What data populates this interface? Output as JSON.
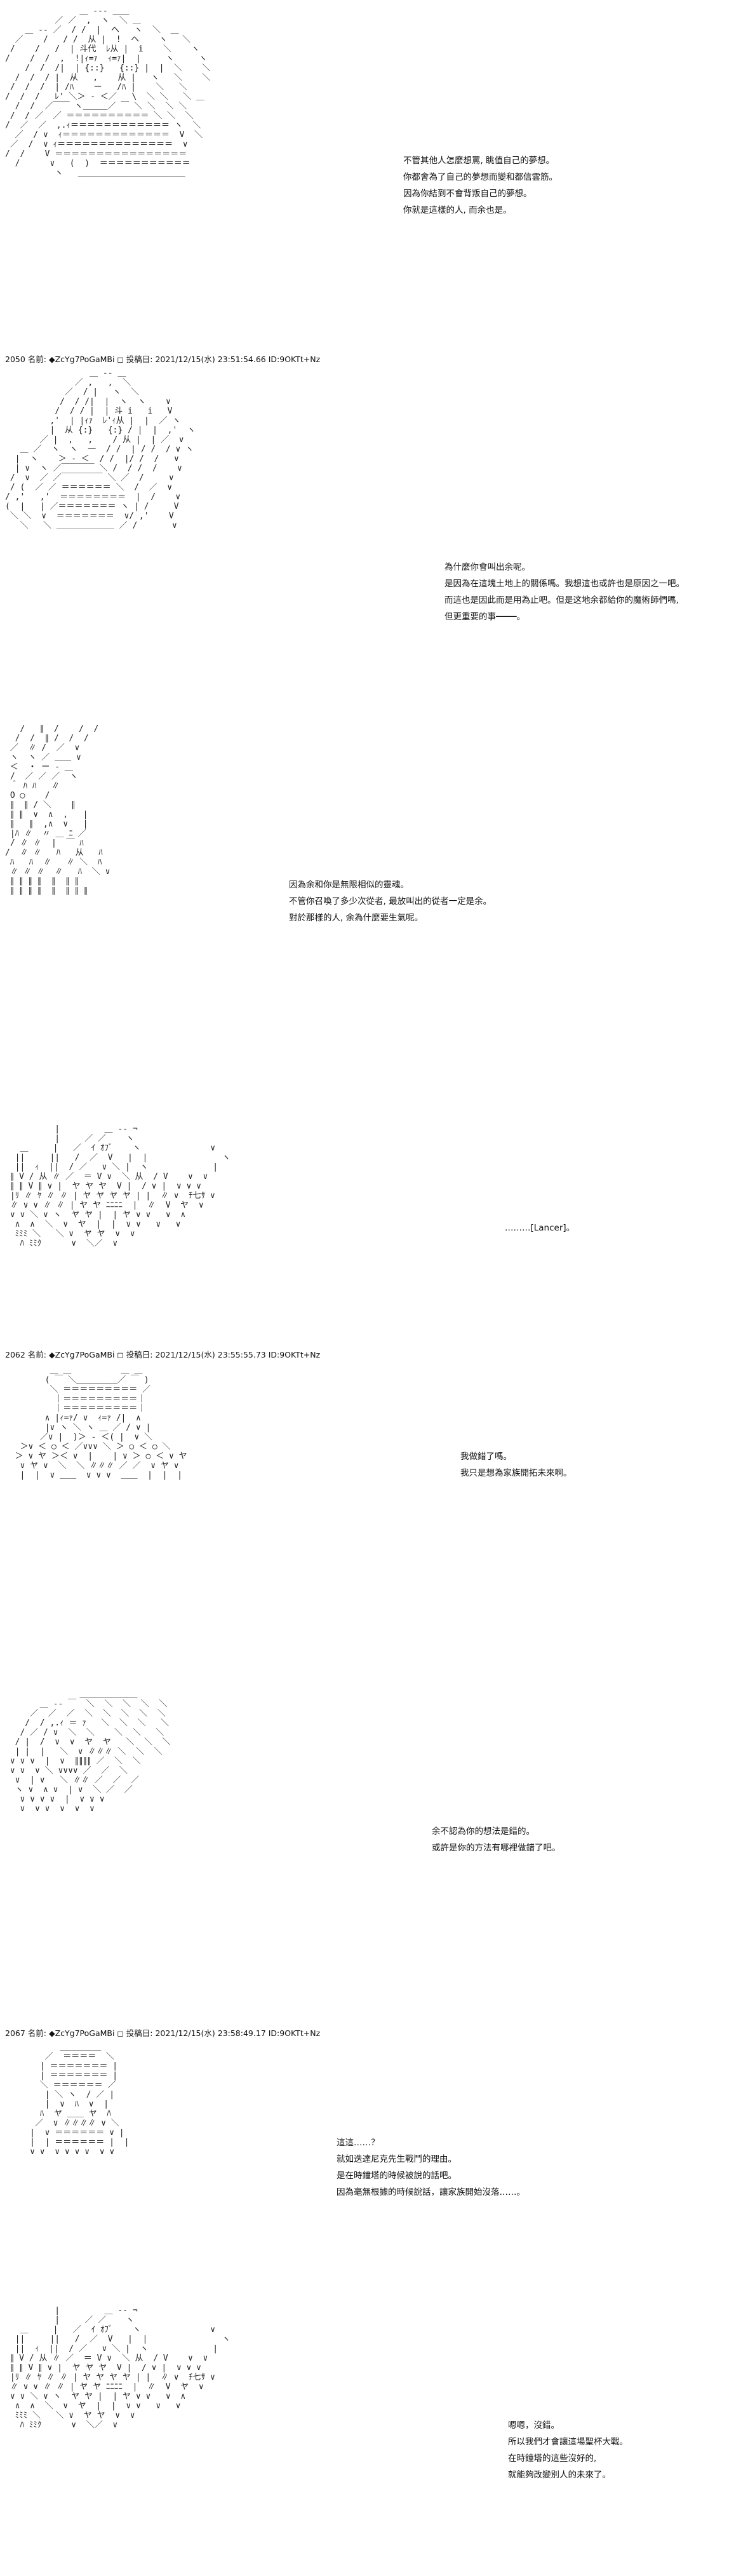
{
  "panels": [
    {
      "art": [
        "               ＿ -‐‐ ＿＿",
        "          ／ ／  ,  ヽ  ＼ ＿",
        "    ＿ -‐ ／  / /  |  ヘ   ヽ  ＼  ＿",
        "  ／    /   / /  从 |  !  ヘ    ヽ   ＼",
        " /    /   /  | 斗代  ﾚ从 |  i    ＼    ヽ",
        "/    /  /  ,  !|ｨ=ｧ  ｨ=ｧ|  |     ヽ     ヽ",
        "    /  /  /|  | {::}   {::} |  |  ＼    ＼",
        "  /  /  / |  从   ,    从 |   ヽ   ＼    ＼",
        " /  /  /  | /ﾊ    ー   /ﾊ |    ＼   ＼",
        "/  /  /   ﾚ' ＼＞ ‐ ＜／   \\  ＼ ＼   ＼ ＿",
        "  /  /  ／￣￣ ヽ＿＿＿／ ￣ ＼ ＼  ＼ ＼",
        " /  / ／  ／ ＝＝＝＝＝＝＝＝＝＝ ＼ ＼  ＼",
        "/  ／  ／  ,.ｨ＝＝＝＝＝＝＝＝＝＝＝＝ ヽ  ＼",
        "  ／  / ∨  ｨ＝＝＝＝＝＝＝＝＝＝＝＝＝  V  ＼",
        " ／  /  ∨ ｨ＝＝＝＝＝＝＝＝＝＝＝＝＝＝  ∨",
        "/  /    V ＝＝＝＝＝＝＝＝＝＝＝＝＝＝＝＝",
        "  /      ∨   (  )  ＝＝＝＝＝＝＝＝＝＝＝",
        "          ヽ   ＿＿＿＿＿＿＿＿＿＿＿＿＿"
      ],
      "dialog": [
        "不管其他人怎麼想罵, 眺值自己的夢想。",
        "你都會為了自己的夢想而變和都信雲筋。",
        "因為你結到不會背叛自己的夢想。",
        "你就是這樣的人, 而余也是。"
      ]
    },
    {
      "header": "2050 名前: ◆ZcYg7PoGaMBi ◻ 投稿日: 2021/12/15(水) 23:51:54.66 ID:9OKTt+Nz",
      "art": [
        "                 ＿ -‐ ＿",
        "              ／ ,   ,  ＼",
        "            ／  / |   ヽ  ＼",
        "           /  / /|  |  ヽ  ヽ    ∨",
        "          /  / / |  | 斗 i   i   V",
        "         ,'  | |ｨｧ  ﾚ'ｨ从 |  |  ／ ヽ",
        "         |  从 {:}   {:} / |  |  ,'  ヽ",
        "       ／ |  ,   ,    / 从 |  | ／  ∨",
        "   ＿ ／  ヽ  ヽ  一  / /  | / /  / ∨ ヽ",
        "  |  ヽ    ＞ ‐ ＜  / /  |/ /  /   ∨",
        "  | ∨  ヽ ／￣￣￣￣ ＼ /  / /  /    ∨",
        " /  ∨  ／ ／￣￣￣￣￣ ＼ ／  /     ∨",
        " / (  ／ ／ ＝＝＝＝＝＝ ＼  /  ／  ∨",
        "/ ,'   ,'  ＝＝＝＝＝＝＝＝  |  /    ∨",
        "(  |   | ／＝＝＝＝＝＝＝ ヽ | /     V",
        " ＼ ＼  ∨  ＝＝＝＝＝＝＝  ∨/ ,'    V",
        "   ＼   ＼ ＿＿＿＿＿＿＿ ／ /       ∨"
      ],
      "dialog": [
        "為什麼你會叫出余呢。",
        "是因為在這塊土地上的關係嗎。我想這也或許也是原因之一吧。",
        "而這也是因此而是用為止吧。但是这地余都給你的魔術師們嗎,",
        "但更重要的事────。"
      ]
    },
    {
      "art": [
        "   /   ∥  /    /  /",
        "  /  /  ∥ /  /  /",
        " ／  ∥ /  ／  ∨",
        " ヽ  ヽ ／ ＿＿ ∨",
        " ＜  ・ ー ‐ ＿",
        " /  ／ ／ ／  ヽ",
        " ＾ ﾊ ﾊ   ∥",
        " O ◯    /",
        " ∥  ∥ / ＼    ∥",
        " ∥ ∥  ∨  ∧  ,   |",
        " ∥   ∥  ,∧  ∨   |",
        " |ﾊ ∥  〃 ＿ ﾆ ／",
        " / ∥ ∥  |  ￣ ﾊ",
        "/  ∥ ∥   ﾊ   从   ﾊ",
        " ﾊ   ﾊ  ∥   ∥ ＼  ﾊ",
        " ∥ ∥ ∥  ∥   ﾊ  ＼ ∨",
        " ∥ ∥ ∥ ∥  ∥  ∥ ∥",
        " ∥ ∥ ∥ ∥  ∥  ∥ ∥ ∥"
      ],
      "dialog": [
        "因為余和你是無限相似的靈魂。",
        "不管你召喚了多少次從者, 最放叫出的從者一定是余。",
        "對於那樣的人, 余為什麼要生氣呢。"
      ]
    },
    {
      "art": [
        "          |         ＿ -‐ ¬",
        "          |     ／ ／    ヽ",
        "   ＿     |   ／  ｲ ｵﾌﾞ    ヽ              ∨",
        "  ||     ||   /  ／  V   |  |               ヽ",
        "  ||  ｨ  ||  / ／   ∨ ＼ |  ヽ             |",
        " ∥ V / 从 ∥ ／  ＝ V ∨  ＼ 从  / V    ∨  ∨",
        " ∥ ∥ V ∥ ∨ |  ヤ ヤ ヤ  V |  / ∨ |  ∨ ∨ ∨",
        " |ﾘ ∥ ﾔ ∥ ∥ | ヤ ヤ ヤ ヤ | |  ∥ ∨  ﾁ七ｻ ∨",
        " ∥ ∨ ∨ ∥ ∥ | ヤ ヤ ﾆﾆﾆﾆ  |  ∥  V  ヤ  ∨",
        " ∨ ∨ ＼ ∨ ヽ  ヤ ヤ |  | ヤ ∨ ∨   ∨  ∧",
        "  ∧  ∧  ＼  ∨  ヤ  |  |  ∨ ∨   ∨   ∨",
        "  ﾐﾐﾐ ＼   ＼ ∨  ヤ ヤ  ∨  ∨",
        "   ﾊ ﾐﾐｸ      ∨  ＼／  ∨"
      ],
      "dialog": [
        "………[Lancer]。"
      ]
    },
    {
      "header": "2062 名前: ◆ZcYg7PoGaMBi ◻ 投稿日: 2021/12/15(水) 23:55:55.73 ID:9OKTt+Nz",
      "art": [
        "         ＿ ＿          ＿ ＿",
        "        ( ￣ ＼＿＿＿＿＿／ ￣ )",
        "         ＼ ＝＝＝＝＝＝＝＝＝ ／",
        "          ｜＝＝＝＝＝＝＝＝＝｜",
        "          ｜＝＝＝＝＝＝＝＝＝｜",
        "        ∧ |ｨ=ｧ/ ∨  ｨ=ｧ /|  ∧",
        "        |∨ ヽ ＼ ヽ ＿ ／ / ∨ |",
        "       ／∨ |  )＞ ‐ ＜( |  ∨ ＼",
        "   ＞∨ ＜ ○ ＜ ／∨∨∨ ＼ ＞ ○ ＜ ○ ＼",
        "  ＞ ∨ ヤ ＞＜ ∨  |    | ∨ ＞ ○ ＜ ∨ ヤ",
        "   ∨ ヤ ∨  ＼  ＼ ∥∥∥ ／ ／  ∨ ヤ ∨",
        "   |  |  ∨ ＿＿  ∨ ∨ ∨  ＿＿  |  |  |"
      ],
      "dialog": [
        "我做錯了嗎。",
        "我只是想為家族開拓未來啊。"
      ]
    },
    {
      "art": [
        "               ＿＿＿＿＿＿＿",
        "       ＿ -‐ ￣  ＼  ＼  ＼  ＼  ＼",
        "     ／  ／  ／  ＼  ＼  ＼  ＼  ＼",
        "    /  / ,.ｨ ＝ ｧ   ＼  ＼  ＼   ＼",
        "   / ／ / ∨  ＼  ＼    ＼  ＼   ＼",
        "  / |  /  ∨  ∨  ヤ  ヤ   ＼  ＼  ＼",
        "  | |  |   ＼  ∨ ∥∥∥ ＼  ＼  ＼",
        " ∨ ∨ ∨  |  ∨  ∥∥∥∥ ／  ＼  ＼",
        " ∨ ∨  ∨ ＼ ∨∨∨∨ ／  ／  ＼",
        "  ∨  | ∨   ＼ ∥∥ ／  ／  ／",
        "  ヽ ∨  ∧ ∨  | ∨  ＼ ／  ／",
        "   ∨ ∨ ∨ ∨  |  ∨ ∨ ∨",
        "   ∨  ∨ ∨  ∨  ∨  ∨"
      ],
      "dialog": [
        "余不認為你的想法是錯的。",
        "或許是你的方法有哪裡做錯了吧。"
      ]
    },
    {
      "header": "2067 名前: ◆ZcYg7PoGaMBi ◻ 投稿日: 2021/12/15(水) 23:58:49.17 ID:9OKTt+Nz",
      "art": [
        "           ＿＿＿＿＿",
        "        ／  ＝＝＝＝  ＼",
        "       | ＝＝＝＝＝＝＝ |",
        "       | ＝＝＝＝＝＝＝ |",
        "       ＼ ＝＝＝＝＝＝ ／",
        "        | ＼ ヽ  / ／ |",
        "        |  ∨  ﾊ  ∨  |",
        "       ﾊ  ヤ ＿＿ ヤ  ﾊ",
        "      ／  ∨ ∥∥∥∥ ∨ ＼",
        "     |  ∨ ＝＝＝＝＝＝ ∨ |",
        "     |  | ＝＝＝＝＝＝ |  |",
        "     ∨ ∨  ∨ ∨ ∨ ∨  ∨ ∨"
      ],
      "dialog": [
        "這這……？",
        "就如迭達尼克先生戰鬥的理由。",
        "是在時鐘塔的時候被說的話吧。",
        "因為毫無根據的時候說話，讓家族開始沒落……。"
      ]
    },
    {
      "art": [
        "          |         ＿ -‐ ¬",
        "          |     ／ ／    ヽ",
        "   ＿     |   ／  ｲ ｵﾌﾞ    ヽ              ∨",
        "  ||     ||   /  ／  V   |  |               ヽ",
        "  ||  ｨ  ||  / ／   ∨ ＼ |  ヽ             |",
        " ∥ V / 从 ∥ ／  ＝ V ∨  ＼ 从  / V    ∨  ∨",
        " ∥ ∥ V ∥ ∨ |  ヤ ヤ ヤ  V |  / ∨ |  ∨ ∨ ∨",
        " |ﾘ ∥ ﾔ ∥ ∥ | ヤ ヤ ヤ ヤ | |  ∥ ∨  ﾁ七ｻ ∨",
        " ∥ ∨ ∨ ∥ ∥ | ヤ ヤ ﾆﾆﾆﾆ  |  ∥  V  ヤ  ∨",
        " ∨ ∨ ＼ ∨ ヽ  ヤ ヤ |  | ヤ ∨ ∨   ∨  ∧",
        "  ∧  ∧  ＼  ∨  ヤ  |  |  ∨ ∨   ∨   ∨",
        "  ﾐﾐﾐ ＼   ＼ ∨  ヤ ヤ  ∨  ∨",
        "   ﾊ ﾐﾐｸ      ∨  ＼／  ∨"
      ],
      "dialog": [
        "嗯嗯，沒錯。",
        "所以我們才會讓這場聖杯大戰。",
        "在時鐘塔的這些沒好的,",
        "就能夠改變別人的未來了。"
      ]
    }
  ]
}
